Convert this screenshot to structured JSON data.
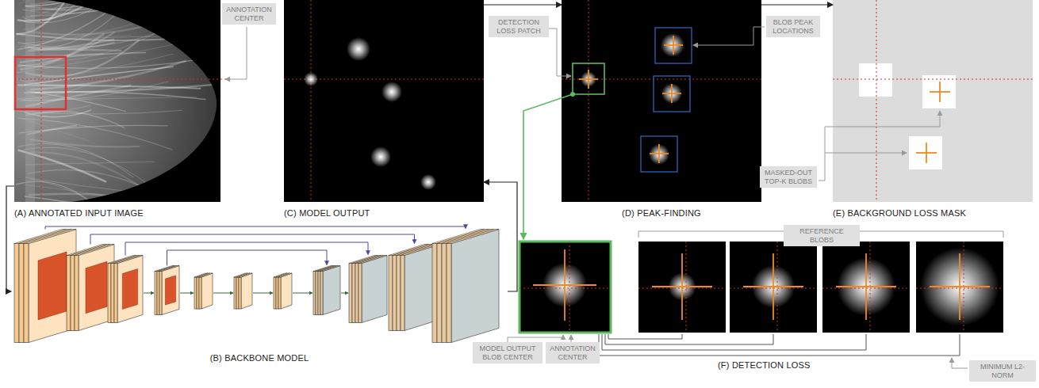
{
  "diagram": {
    "nodes": [
      {
        "text": [
          "(A) ANNOTATED INPUT IMAGE"
        ]
      },
      {
        "text": [
          "ANNOTATION CENTER"
        ]
      },
      {
        "text": [
          "(B) BACKBONE MODEL"
        ]
      },
      {
        "text": [
          "(C) MODEL OUTPUT"
        ]
      },
      {
        "text": [
          "DETECTION LOSS PATCH"
        ]
      },
      {
        "text": [
          "(D) PEAK-FINDING"
        ]
      },
      {
        "text": [
          "BLOB PEAK LOCATIONS"
        ]
      },
      {
        "text": [
          "(E) BACKGROUND LOSS MASK"
        ]
      },
      {
        "text": [
          "MASKED-OUT TOP-K BLOBS"
        ]
      },
      {
        "text": [
          "MODEL OUTPUT BLOB CENTER"
        ]
      },
      {
        "text": [
          "ANNOTATION CENTER"
        ]
      },
      {
        "text": [
          "MINIMUM L2-NORM"
        ]
      },
      {
        "text": [
          "REFERENCE BLOBS"
        ]
      }
    ],
    "edges": [
      {
        "from": 0,
        "to": 2,
        "arrow": "to"
      },
      {
        "from": 2,
        "to": 3,
        "arrow": "to"
      },
      {
        "from": 3,
        "to": 5,
        "arrow": "to"
      },
      {
        "from": 5,
        "to": 7,
        "arrow": "to"
      }
    ],
    "labels": [
      "(F) DETECTION LOSS"
    ]
  }
}
